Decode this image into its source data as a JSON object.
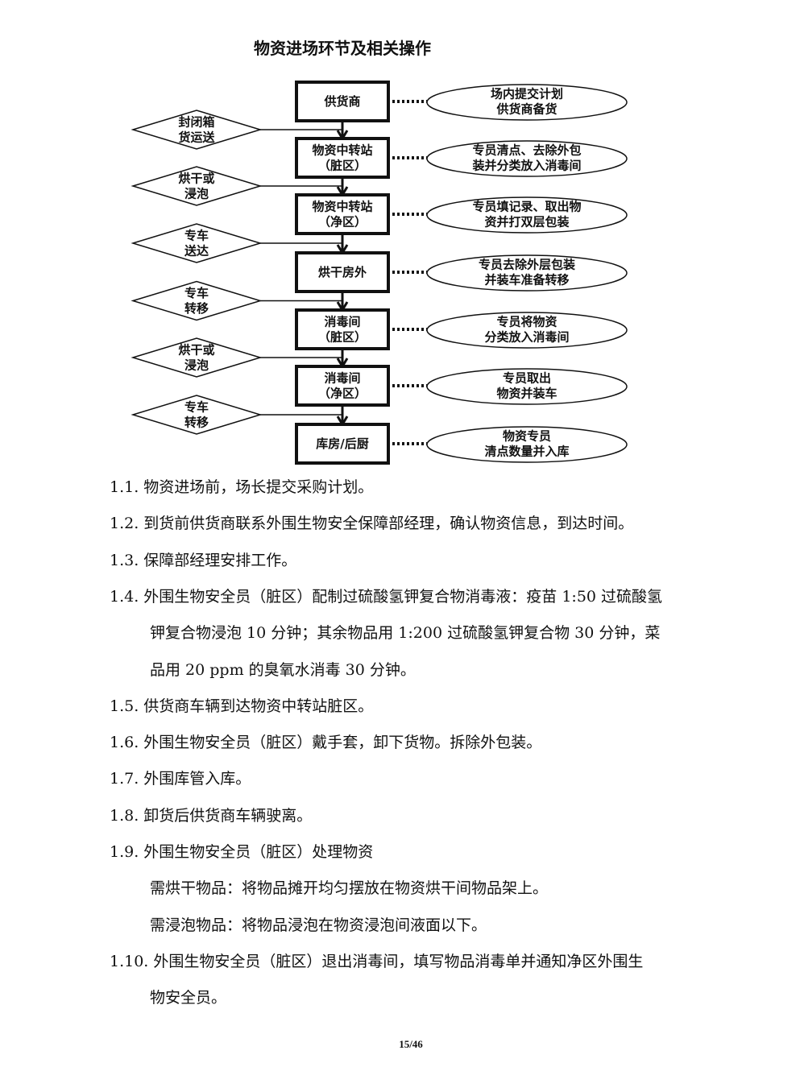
{
  "title": "物资进场环节及相关操作",
  "flow": {
    "boxes": [
      [
        "供货商"
      ],
      [
        "物资中转站",
        "（脏区）"
      ],
      [
        "物资中转站",
        "（净区）"
      ],
      [
        "烘干房外"
      ],
      [
        "消毒间",
        "（脏区）"
      ],
      [
        "消毒间",
        "（净区）"
      ],
      [
        "库房/后厨"
      ]
    ],
    "diamonds": [
      [
        "封闭箱",
        "货运送"
      ],
      [
        "烘干或",
        "浸泡"
      ],
      [
        "专车",
        "送达"
      ],
      [
        "专车",
        "转移"
      ],
      [
        "烘干或",
        "浸泡"
      ],
      [
        "专车",
        "转移"
      ]
    ],
    "ellipses": [
      [
        "场内提交计划",
        "供货商备货"
      ],
      [
        "专员清点、去除外包",
        "装并分类放入消毒间"
      ],
      [
        "专员填记录、取出物",
        "资并打双层包装"
      ],
      [
        "专员去除外层包装",
        "并装车准备转移"
      ],
      [
        "专员将物资",
        "分类放入消毒间"
      ],
      [
        "专员取出",
        "物资并装车"
      ],
      [
        "物资专员",
        "清点数量并入库"
      ]
    ]
  },
  "paragraphs": [
    {
      "text": "1.1. 物资进场前，场长提交采购计划。",
      "indent": false
    },
    {
      "text": "1.2. 到货前供货商联系外围生物安全保障部经理，确认物资信息，到达时间。",
      "indent": false
    },
    {
      "text": "1.3. 保障部经理安排工作。",
      "indent": false
    },
    {
      "text": "1.4. 外围生物安全员（脏区）配制过硫酸氢钾复合物消毒液：疫苗 1:50 过硫酸氢",
      "indent": false
    },
    {
      "text": "钾复合物浸泡 10 分钟；其余物品用 1:200 过硫酸氢钾复合物 30 分钟，菜",
      "indent": true
    },
    {
      "text": "品用 20 ppm 的臭氧水消毒 30 分钟。",
      "indent": true
    },
    {
      "text": "1.5. 供货商车辆到达物资中转站脏区。",
      "indent": false
    },
    {
      "text": "1.6. 外围生物安全员（脏区）戴手套，卸下货物。拆除外包装。",
      "indent": false
    },
    {
      "text": "1.7. 外围库管入库。",
      "indent": false
    },
    {
      "text": "1.8. 卸货后供货商车辆驶离。",
      "indent": false
    },
    {
      "text": "1.9. 外围生物安全员（脏区）处理物资",
      "indent": false
    },
    {
      "text": "需烘干物品：将物品摊开均匀摆放在物资烘干间物品架上。",
      "indent": true
    },
    {
      "text": "需浸泡物品：将物品浸泡在物资浸泡间液面以下。",
      "indent": true
    },
    {
      "text": "1.10. 外围生物安全员（脏区）退出消毒间，填写物品消毒单并通知净区外围生",
      "indent": false
    },
    {
      "text": "物安全员。",
      "indent": true
    }
  ],
  "footer": "15/46"
}
